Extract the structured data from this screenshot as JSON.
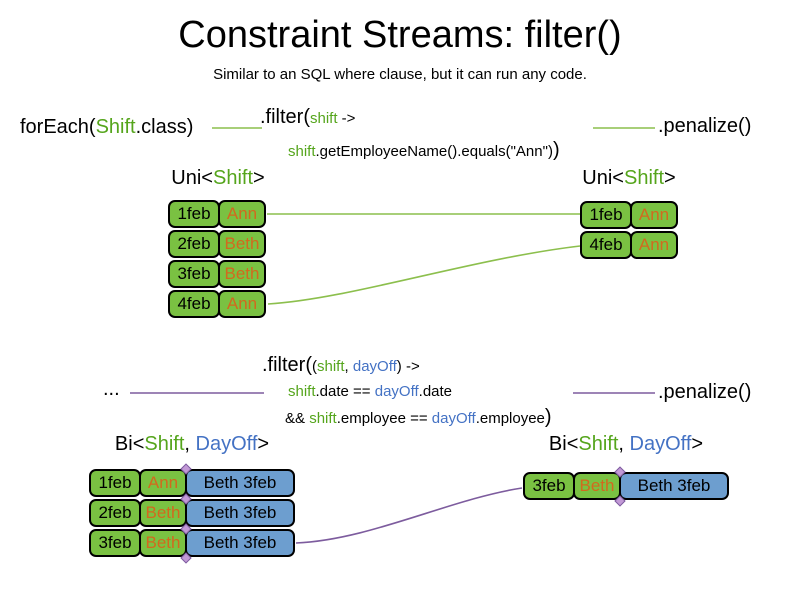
{
  "title": "Constraint Streams: filter()",
  "subtitle": "Similar to an SQL where clause, but it can run any code.",
  "colors": {
    "green_text": "#55A51C",
    "green_fill": "#7AC142",
    "blue_text": "#4472C4",
    "blue_fill": "#6D9ECF",
    "orange_text": "#D2691E",
    "line_green": "#8CBF4D",
    "line_purple": "#7D5C9E",
    "diamond_fill": "#C299D6"
  },
  "code_top": {
    "foreach_pre": "forEach(",
    "foreach_class": "Shift",
    "foreach_post": ".class)",
    "filter_head": ".filter(",
    "filter_param": "shift",
    "filter_arrow": " ->",
    "body_param": "shift",
    "body_rest": ".getEmployeeName().equals(\"Ann\")",
    "body_close": ")",
    "penalize": ".penalize()"
  },
  "uni_label": {
    "pre": "Uni<",
    "type": "Shift",
    "post": ">"
  },
  "bi_label": {
    "pre": "Bi<",
    "type1": "Shift",
    "sep": ", ",
    "type2": "DayOff",
    "post": ">"
  },
  "code_mid": {
    "ellipsis": "...",
    "filter_head": ".filter(",
    "paren_open": "(",
    "param1": "shift",
    "sep": ", ",
    "param2": "dayOff",
    "paren_close": ")",
    "arrow": " ->",
    "l2_shift": "shift",
    "l2_mid": ".date == ",
    "l2_dayoff": "dayOff",
    "l2_end": ".date",
    "l3_amp": "&& ",
    "l3_shift": "shift",
    "l3_mid": ".employee == ",
    "l3_dayoff": "dayOff",
    "l3_end": ".employee",
    "l3_close": ")",
    "penalize": ".penalize()"
  },
  "tables": {
    "uni_left": {
      "rows": [
        {
          "date": "1feb",
          "name": "Ann"
        },
        {
          "date": "2feb",
          "name": "Beth"
        },
        {
          "date": "3feb",
          "name": "Beth"
        },
        {
          "date": "4feb",
          "name": "Ann"
        }
      ]
    },
    "uni_right": {
      "rows": [
        {
          "date": "1feb",
          "name": "Ann"
        },
        {
          "date": "4feb",
          "name": "Ann"
        }
      ]
    },
    "bi_left": {
      "rows": [
        {
          "date": "1feb",
          "name": "Ann",
          "pair": "Beth 3feb"
        },
        {
          "date": "2feb",
          "name": "Beth",
          "pair": "Beth 3feb"
        },
        {
          "date": "3feb",
          "name": "Beth",
          "pair": "Beth 3feb"
        }
      ]
    },
    "bi_right": {
      "rows": [
        {
          "date": "3feb",
          "name": "Beth",
          "pair": "Beth 3feb"
        }
      ]
    }
  }
}
